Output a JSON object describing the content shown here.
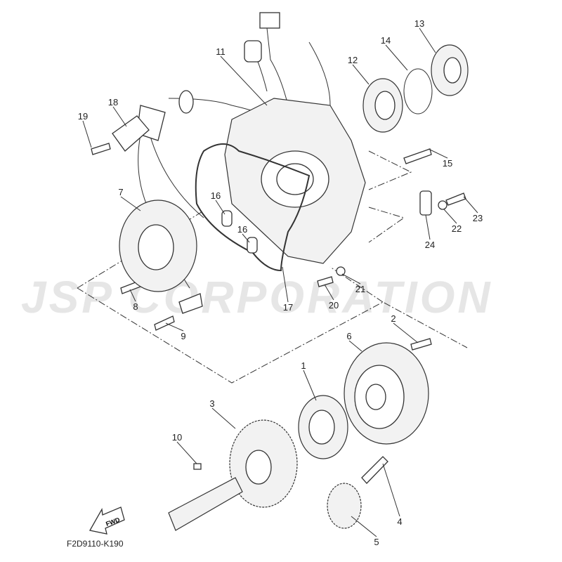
{
  "watermark": "JSP CORPORATION",
  "diagram_code": "F2D9110-K190",
  "fwd_label": "FWD",
  "callouts": {
    "c1": "1",
    "c2": "2",
    "c3": "3",
    "c4": "4",
    "c5": "5",
    "c6": "6",
    "c7": "7",
    "c8": "8",
    "c9": "9",
    "c10": "10",
    "c11": "11",
    "c12": "12",
    "c13": "13",
    "c14": "14",
    "c15": "15",
    "c16a": "16",
    "c16b": "16",
    "c17": "17",
    "c18": "18",
    "c19": "19",
    "c20": "20",
    "c21": "21",
    "c22": "22",
    "c23": "23",
    "c24": "24"
  }
}
